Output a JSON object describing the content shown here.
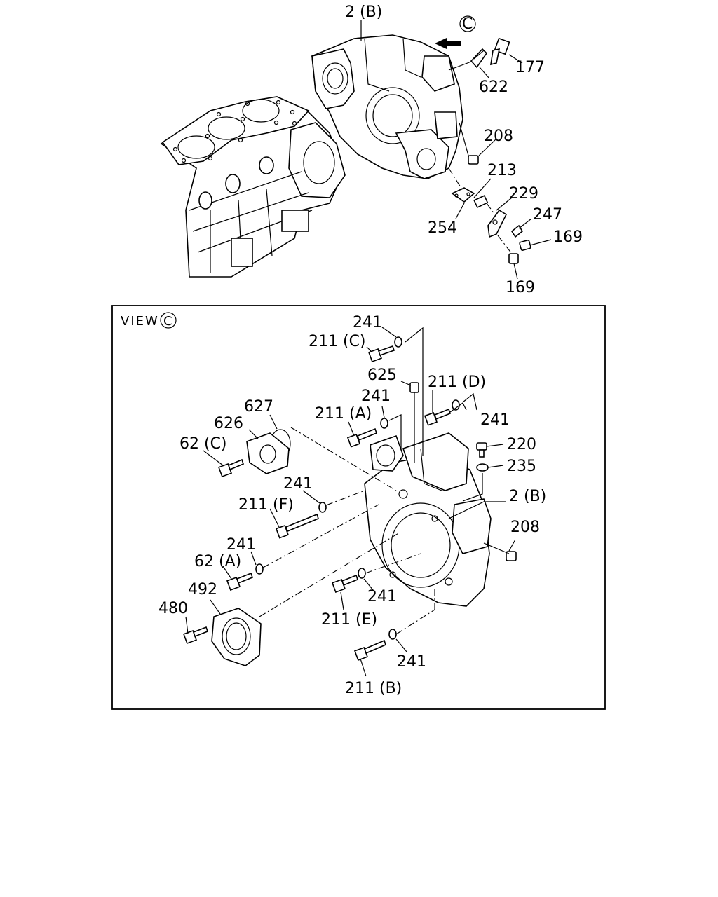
{
  "top_labels": {
    "l_2b": "2 (B)",
    "l_c": "C",
    "l_177": "177",
    "l_622": "622",
    "l_208": "208",
    "l_213": "213",
    "l_229": "229",
    "l_247": "247",
    "l_254": "254",
    "l_169a": "169",
    "l_169b": "169"
  },
  "view": {
    "title": "VIEW",
    "title_mark": "C"
  },
  "view_labels": {
    "l_241_top": "241",
    "l_211c": "211 (C)",
    "l_625": "625",
    "l_211d": "211 (D)",
    "l_241_a": "241",
    "l_241_d": "241",
    "l_627": "627",
    "l_211a": "211 (A)",
    "l_626": "626",
    "l_62c": "62 (C)",
    "l_220": "220",
    "l_235": "235",
    "l_241_f": "241",
    "l_2b_v": "2 (B)",
    "l_211f": "211 (F)",
    "l_208_v": "208",
    "l_241_62a": "241",
    "l_62a": "62 (A)",
    "l_492": "492",
    "l_241_e": "241",
    "l_480": "480",
    "l_211e": "211 (E)",
    "l_241_b": "241",
    "l_211b": "211 (B)"
  }
}
